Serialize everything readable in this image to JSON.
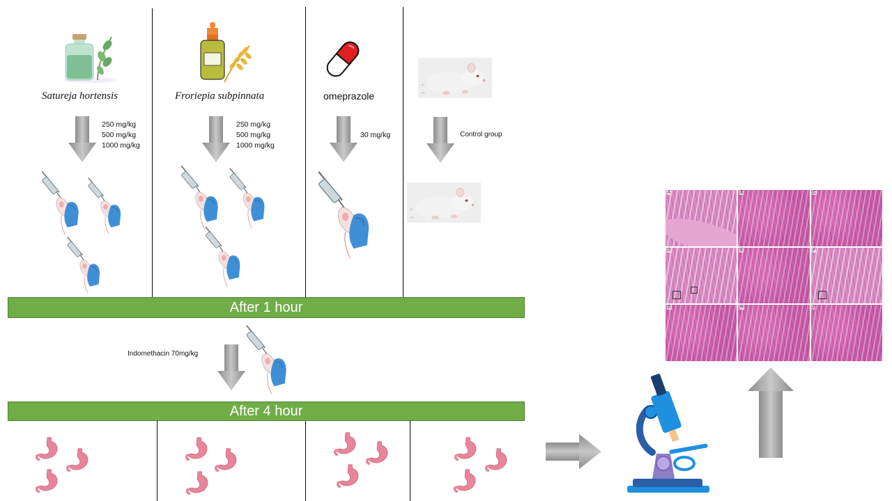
{
  "groups": [
    {
      "name": "Satureja hortensis",
      "doses": [
        "250 mg/kg",
        "500 mg/kg",
        "1000 mg/kg"
      ]
    },
    {
      "name": "Froriepia  subpinnata",
      "doses": [
        "250 mg/kg",
        "500 mg/kg",
        "1000 mg/kg"
      ]
    },
    {
      "name": "omeprazole",
      "doses": [
        "30 mg/kg"
      ]
    },
    {
      "name": "",
      "doses": [
        "Control group"
      ]
    }
  ],
  "stages": {
    "after_1_hour": "After 1 hour",
    "indomethacin": "Indomethacin 70mg/kg",
    "after_4_hour": "After 4 hour"
  },
  "histology_panels": [
    "A",
    "B",
    "C",
    "D",
    "E",
    "F",
    "G",
    "H",
    "I"
  ],
  "colors": {
    "bar_green": "#70ad47",
    "arrow_gray": "#a6a6a6",
    "stomach_pink": "#e9859b",
    "glove_blue": "#3f8fd6",
    "microscope_blue": "#1f8fe0",
    "microscope_purple": "#8f7cc7",
    "capsule_red": "#e02020"
  },
  "icons": [
    "bottle-icon",
    "dropper-bottle-icon",
    "capsule-icon",
    "mouse-icon",
    "injection-icon",
    "stomach-icon",
    "microscope-icon",
    "arrow-down-icon",
    "arrow-right-icon",
    "arrow-up-icon"
  ]
}
